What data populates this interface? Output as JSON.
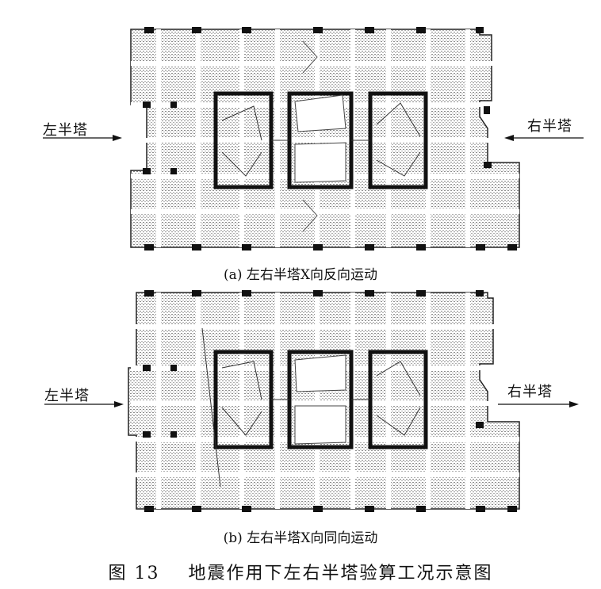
{
  "diagrams": [
    {
      "left_label": "左半塔",
      "right_label": "右半塔",
      "caption": "(a) 左右半塔X向反向运动",
      "left_arrow_direction": "right",
      "right_arrow_direction": "left"
    },
    {
      "left_label": "左半塔",
      "right_label": "右半塔",
      "caption": "(b) 左右半塔X向同向运动",
      "left_arrow_direction": "right",
      "right_arrow_direction": "right"
    }
  ],
  "figure_caption": "图 13    地震作用下左右半塔验算工况示意图",
  "colors": {
    "line": "#111111",
    "mesh": "#777777",
    "background": "#ffffff"
  }
}
